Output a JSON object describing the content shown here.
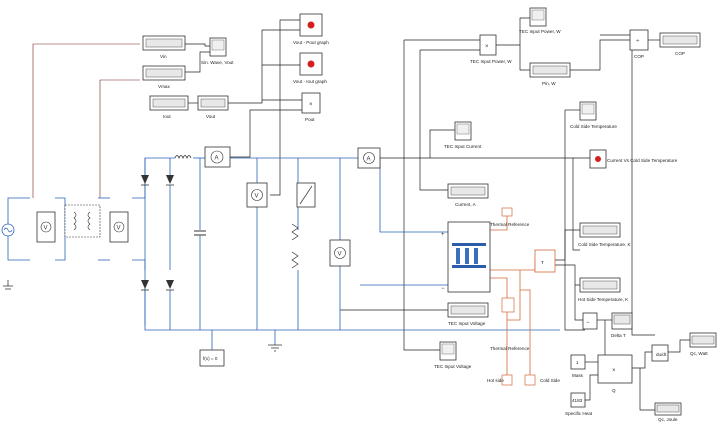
{
  "colors": {
    "signal_wire": "#222222",
    "electrical_wire": "#2a62b8",
    "thermal_wire": "#d2693a",
    "scope_accent": "#d62020",
    "tec_module": "#2b5ea8"
  },
  "labels": {
    "vin": "Vin",
    "vmax": "Vmax",
    "sin_wave_vout": "Sin. Wave, Vout",
    "vout_pout_graph": "Vout - Pout graph",
    "vout_iout_graph": "Vout - Iout graph",
    "pout": "Pout",
    "iout": "Iout",
    "vout": "Vout",
    "tec_input_power_w_top": "TEC Input Power, W",
    "tec_input_power_w": "TEC Input Power, W",
    "pin_w": "Pin, W",
    "cop": "COP",
    "cop_display": "COP",
    "tec_input_current": "TEC Input Current",
    "current_a": "Current, A",
    "thermal_reference_top": "Thermal Reference",
    "cold_side_temperature": "Cold Side Temperature",
    "current_vs_cold_side": "Current Vs Cold Side Temperature",
    "cold_side_temperature_k": "Cold Side Temperature, K",
    "hot_side_temperature_k": "Hot Side Temperature, K",
    "tec_input_voltage_right": "TEC Input Voltage",
    "tec_input_voltage_bottom": "TEC Input Voltage",
    "thermal_reference_bottom": "Thermal Reference",
    "hot_side": "Hot side",
    "cold_side": "Cold Side",
    "delta_t": "Delta T",
    "mass": "Mass",
    "specific_heat": "Specific Heat",
    "q": "Q",
    "qc_watt": "Qc, Watt",
    "qc_joule": "Qc, Joule",
    "fx_equals_0": "f(x) = 0",
    "mass_value": "1",
    "specific_heat_value": "4183"
  }
}
